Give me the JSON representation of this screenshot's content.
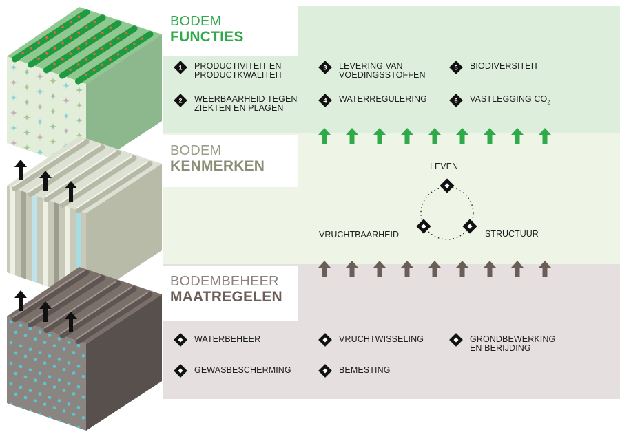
{
  "functies": {
    "title_top": "BODEM",
    "title_bottom": "FUNCTIES",
    "items": [
      {
        "number": "1",
        "line1": "PRODUCTIVITEIT EN",
        "line2": "PRODUCTKWALITEIT"
      },
      {
        "number": "2",
        "line1": "WEERBAARHEID TEGEN",
        "line2": "ZIEKTEN EN PLAGEN"
      },
      {
        "number": "3",
        "line1": "LEVERING VAN",
        "line2": "VOEDINGSSTOFFEN"
      },
      {
        "number": "4",
        "line1": "WATERREGULERING",
        "line2": ""
      },
      {
        "number": "5",
        "line1": "BIODIVERSITEIT",
        "line2": ""
      },
      {
        "number": "6",
        "line1": "VASTLEGGING CO",
        "subscript": "2",
        "line2": ""
      }
    ]
  },
  "kenmerken": {
    "title_top": "BODEM",
    "title_bottom": "KENMERKEN",
    "cycle": {
      "top": "LEVEN",
      "left": "VRUCHTBAARHEID",
      "right": "STRUCTUUR"
    }
  },
  "maatregelen": {
    "title_top": "BODEMBEHEER",
    "title_bottom": "MAATREGELEN",
    "items": [
      {
        "line1": "WATERBEHEER",
        "line2": ""
      },
      {
        "line1": "GEWASBESCHERMING",
        "line2": ""
      },
      {
        "line1": "VRUCHTWISSELING",
        "line2": ""
      },
      {
        "line1": "BEMESTING",
        "line2": ""
      },
      {
        "line1": "GRONDBEWERKING",
        "line2": "EN BERIJDING"
      }
    ]
  },
  "colors": {
    "green_band": "#ddefdc",
    "light_band": "#eef5e6",
    "mauve_band": "#e6dfe0",
    "green_accent": "#2fa94a",
    "olive_accent": "#8b8e76",
    "brown_accent": "#6b5e59",
    "up_arrow_green": "#2fa94a",
    "up_arrow_brown": "#6b5e59"
  },
  "icons": {
    "number_marker": "diamond-number-icon",
    "bullet": "diamond-bullet-icon",
    "up_arrow": "up-arrow-icon",
    "soil_block": "isometric-soil-block-icon"
  }
}
